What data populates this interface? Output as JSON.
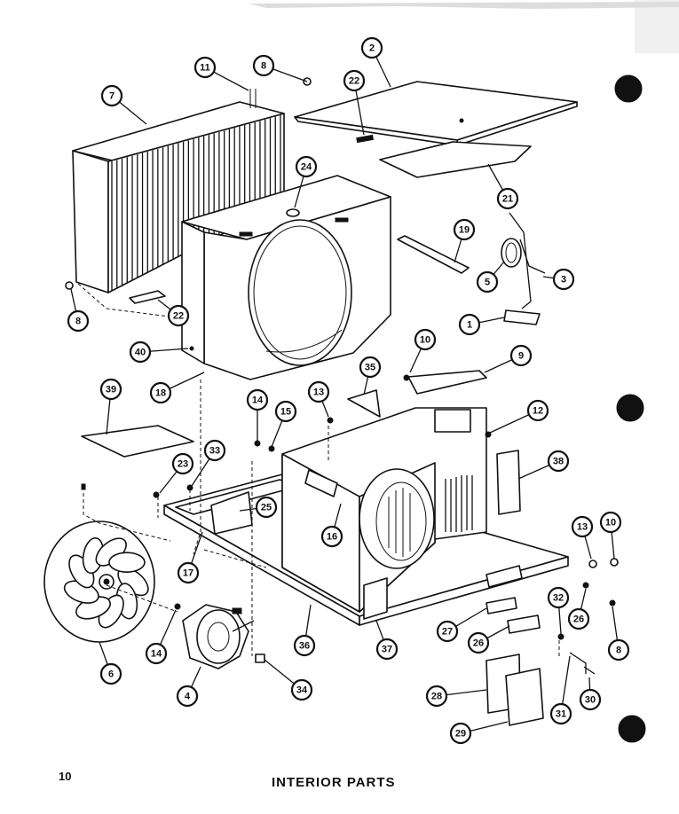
{
  "page": {
    "number": "10",
    "title": "INTERIOR PARTS"
  },
  "callouts": [
    {
      "id": "c2",
      "label": "2"
    },
    {
      "id": "c8a",
      "label": "8"
    },
    {
      "id": "c11",
      "label": "11"
    },
    {
      "id": "c7",
      "label": "7"
    },
    {
      "id": "c22a",
      "label": "22"
    },
    {
      "id": "c24",
      "label": "24"
    },
    {
      "id": "c21",
      "label": "21"
    },
    {
      "id": "c19",
      "label": "19"
    },
    {
      "id": "c5",
      "label": "5"
    },
    {
      "id": "c3",
      "label": "3"
    },
    {
      "id": "c1",
      "label": "1"
    },
    {
      "id": "c8b",
      "label": "8"
    },
    {
      "id": "c22b",
      "label": "22"
    },
    {
      "id": "c40",
      "label": "40"
    },
    {
      "id": "c18",
      "label": "18"
    },
    {
      "id": "c10a",
      "label": "10"
    },
    {
      "id": "c9",
      "label": "9"
    },
    {
      "id": "c35",
      "label": "35"
    },
    {
      "id": "c39",
      "label": "39"
    },
    {
      "id": "c13a",
      "label": "13"
    },
    {
      "id": "c14a",
      "label": "14"
    },
    {
      "id": "c15",
      "label": "15"
    },
    {
      "id": "c12",
      "label": "12"
    },
    {
      "id": "c23",
      "label": "23"
    },
    {
      "id": "c33",
      "label": "33"
    },
    {
      "id": "c38",
      "label": "38"
    },
    {
      "id": "c25",
      "label": "25"
    },
    {
      "id": "c16",
      "label": "16"
    },
    {
      "id": "c17",
      "label": "17"
    },
    {
      "id": "c13b",
      "label": "13"
    },
    {
      "id": "c10b",
      "label": "10"
    },
    {
      "id": "c32",
      "label": "32"
    },
    {
      "id": "c26a",
      "label": "26"
    },
    {
      "id": "c8c",
      "label": "8"
    },
    {
      "id": "c27",
      "label": "27"
    },
    {
      "id": "c26b",
      "label": "26"
    },
    {
      "id": "c6",
      "label": "6"
    },
    {
      "id": "c14b",
      "label": "14"
    },
    {
      "id": "c36",
      "label": "36"
    },
    {
      "id": "c37",
      "label": "37"
    },
    {
      "id": "c4",
      "label": "4"
    },
    {
      "id": "c34",
      "label": "34"
    },
    {
      "id": "c28",
      "label": "28"
    },
    {
      "id": "c29",
      "label": "29"
    },
    {
      "id": "c31",
      "label": "31"
    },
    {
      "id": "c30",
      "label": "30"
    }
  ]
}
